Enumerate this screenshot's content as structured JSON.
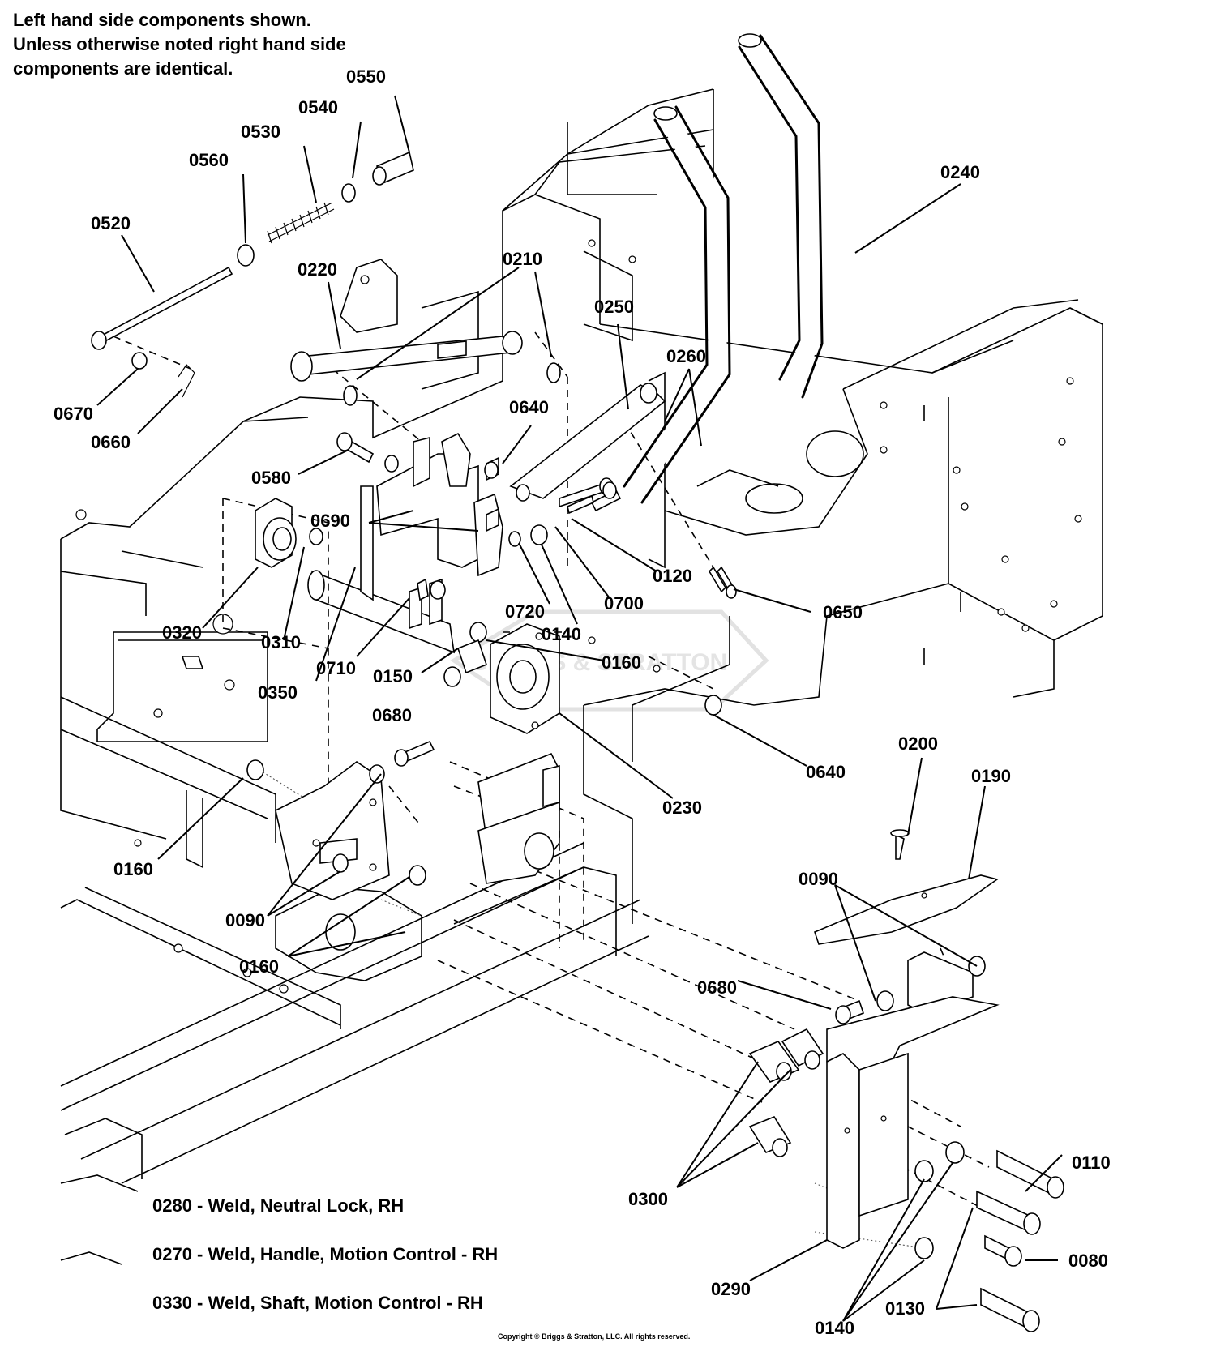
{
  "note": {
    "lines": [
      "Left hand side components shown.",
      "Unless otherwise noted right hand side",
      "components are identical."
    ]
  },
  "watermark": "BRIGGS & STRATTON",
  "callouts": [
    {
      "id": "c0550",
      "label": "0550"
    },
    {
      "id": "c0540",
      "label": "0540"
    },
    {
      "id": "c0530",
      "label": "0530"
    },
    {
      "id": "c0560",
      "label": "0560"
    },
    {
      "id": "c0520",
      "label": "0520"
    },
    {
      "id": "c0240",
      "label": "0240"
    },
    {
      "id": "c0210",
      "label": "0210"
    },
    {
      "id": "c0220",
      "label": "0220"
    },
    {
      "id": "c0250",
      "label": "0250"
    },
    {
      "id": "c0260",
      "label": "0260"
    },
    {
      "id": "c0670",
      "label": "0670"
    },
    {
      "id": "c0660",
      "label": "0660"
    },
    {
      "id": "c0640a",
      "label": "0640"
    },
    {
      "id": "c0580",
      "label": "0580"
    },
    {
      "id": "c0690",
      "label": "0690"
    },
    {
      "id": "c0120",
      "label": "0120"
    },
    {
      "id": "c0700",
      "label": "0700"
    },
    {
      "id": "c0650",
      "label": "0650"
    },
    {
      "id": "c0720",
      "label": "0720"
    },
    {
      "id": "c0140a",
      "label": "0140"
    },
    {
      "id": "c0320",
      "label": "0320"
    },
    {
      "id": "c0310",
      "label": "0310"
    },
    {
      "id": "c0710",
      "label": "0710"
    },
    {
      "id": "c0350",
      "label": "0350"
    },
    {
      "id": "c0150",
      "label": "0150"
    },
    {
      "id": "c0160a",
      "label": "0160"
    },
    {
      "id": "c0680a",
      "label": "0680"
    },
    {
      "id": "c0640b",
      "label": "0640"
    },
    {
      "id": "c0230",
      "label": "0230"
    },
    {
      "id": "c0200",
      "label": "0200"
    },
    {
      "id": "c0190",
      "label": "0190"
    },
    {
      "id": "c0160b",
      "label": "0160"
    },
    {
      "id": "c0090a",
      "label": "0090"
    },
    {
      "id": "c0090b",
      "label": "0090"
    },
    {
      "id": "c0160c",
      "label": "0160"
    },
    {
      "id": "c0680b",
      "label": "0680"
    },
    {
      "id": "c0110",
      "label": "0110"
    },
    {
      "id": "c0300",
      "label": "0300"
    },
    {
      "id": "c0080",
      "label": "0080"
    },
    {
      "id": "c0290",
      "label": "0290"
    },
    {
      "id": "c0130",
      "label": "0130"
    },
    {
      "id": "c0140b",
      "label": "0140"
    }
  ],
  "legend": [
    "0280 - Weld, Neutral Lock, RH",
    "0270 - Weld, Handle, Motion Control - RH",
    "0330 - Weld, Shaft, Motion Control - RH"
  ],
  "copyright": "Copyright © Briggs & Stratton, LLC. All rights reserved."
}
